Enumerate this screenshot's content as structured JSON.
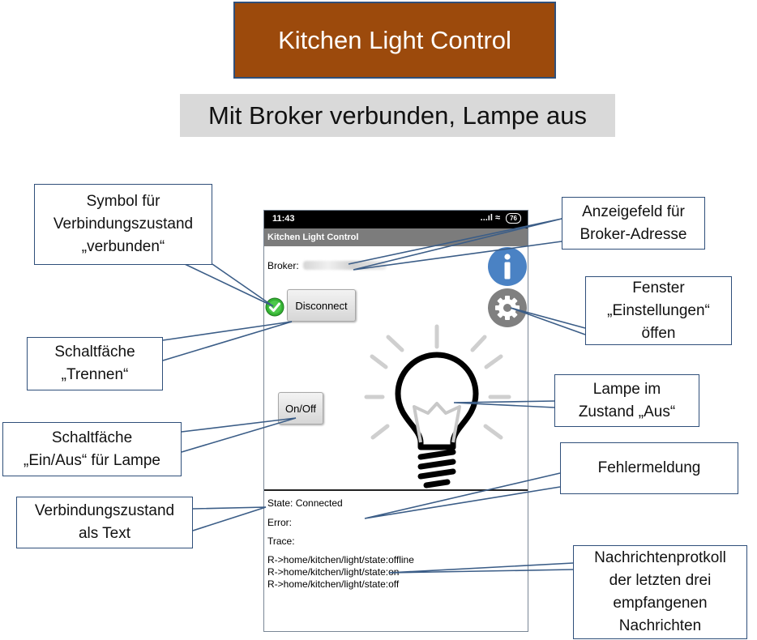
{
  "header": {
    "title": "Kitchen Light Control",
    "subtitle": "Mit Broker verbunden, Lampe aus"
  },
  "callouts": {
    "symbol": [
      "Symbol für",
      "Verbindungszustand",
      "„verbunden“"
    ],
    "broker_field": [
      "Anzeigefeld für",
      "Broker-Adresse"
    ],
    "settings": [
      "Fenster",
      "„Einstellungen“",
      "öffen"
    ],
    "disconnect_button": [
      "Schaltfäche",
      "„Trennen“"
    ],
    "lamp": [
      "Lampe im",
      "Zustand „Aus“"
    ],
    "onoff_button": [
      "Schaltfäche",
      "„Ein/Aus“ für Lampe"
    ],
    "error": [
      "Fehlermeldung"
    ],
    "state_text": [
      "Verbindungszustand",
      "als Text"
    ],
    "protocol": [
      "Nachrichtenprotkoll",
      "der letzten drei",
      "empfangenen",
      "Nachrichten"
    ]
  },
  "phone": {
    "status_time": "11:43",
    "status_icons": "...ıl",
    "battery": "76",
    "app_title": "Kitchen Light Control",
    "broker_label": "Broker:",
    "disconnect_label": "Disconnect",
    "onoff_label": "On/Off",
    "state": "State: Connected",
    "error": "Error:",
    "trace": "Trace:",
    "messages": [
      "R->home/kitchen/light/state:offline",
      "R->home/kitchen/light/state:on",
      "R->home/kitchen/light/state:off"
    ]
  },
  "colors": {
    "banner": "#9c4a0c",
    "subtitle_bg": "#d9d9d9",
    "callout_border": "#2f4f7a",
    "info_icon": "#4a82c4",
    "gear_icon": "#808080",
    "check_icon": "#34b233"
  }
}
